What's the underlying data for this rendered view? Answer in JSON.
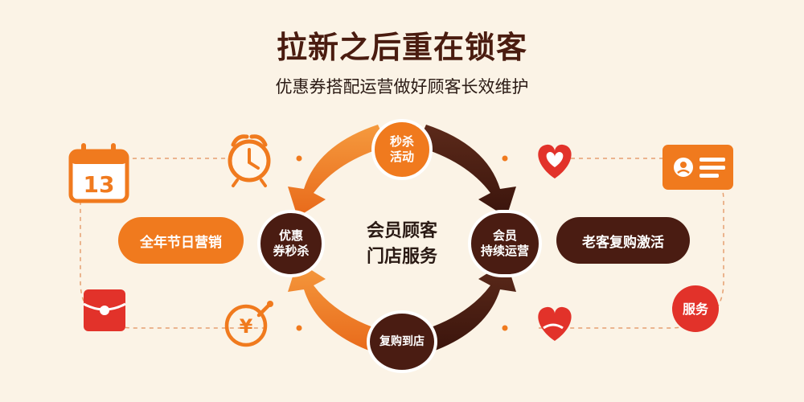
{
  "header": {
    "title": "拉新之后重在锁客",
    "subtitle": "优惠券搭配运营做好顾客长效维护"
  },
  "cycle": {
    "top": "秒杀\n活动",
    "left": "优惠\n券秒杀",
    "right": "会员\n持续运营",
    "bottom": "复购到店",
    "center": "会员顾客\n门店服务"
  },
  "side": {
    "left_pill": "全年节日营销",
    "right_pill": "老客复购激活",
    "service_badge": "服务",
    "calendar_number": "13",
    "coupon_symbol": "¥"
  },
  "colors": {
    "orange": "#f07a1e",
    "dark_brown": "#4a1c12",
    "red": "#e2322a",
    "background": "#fbf3e6"
  }
}
